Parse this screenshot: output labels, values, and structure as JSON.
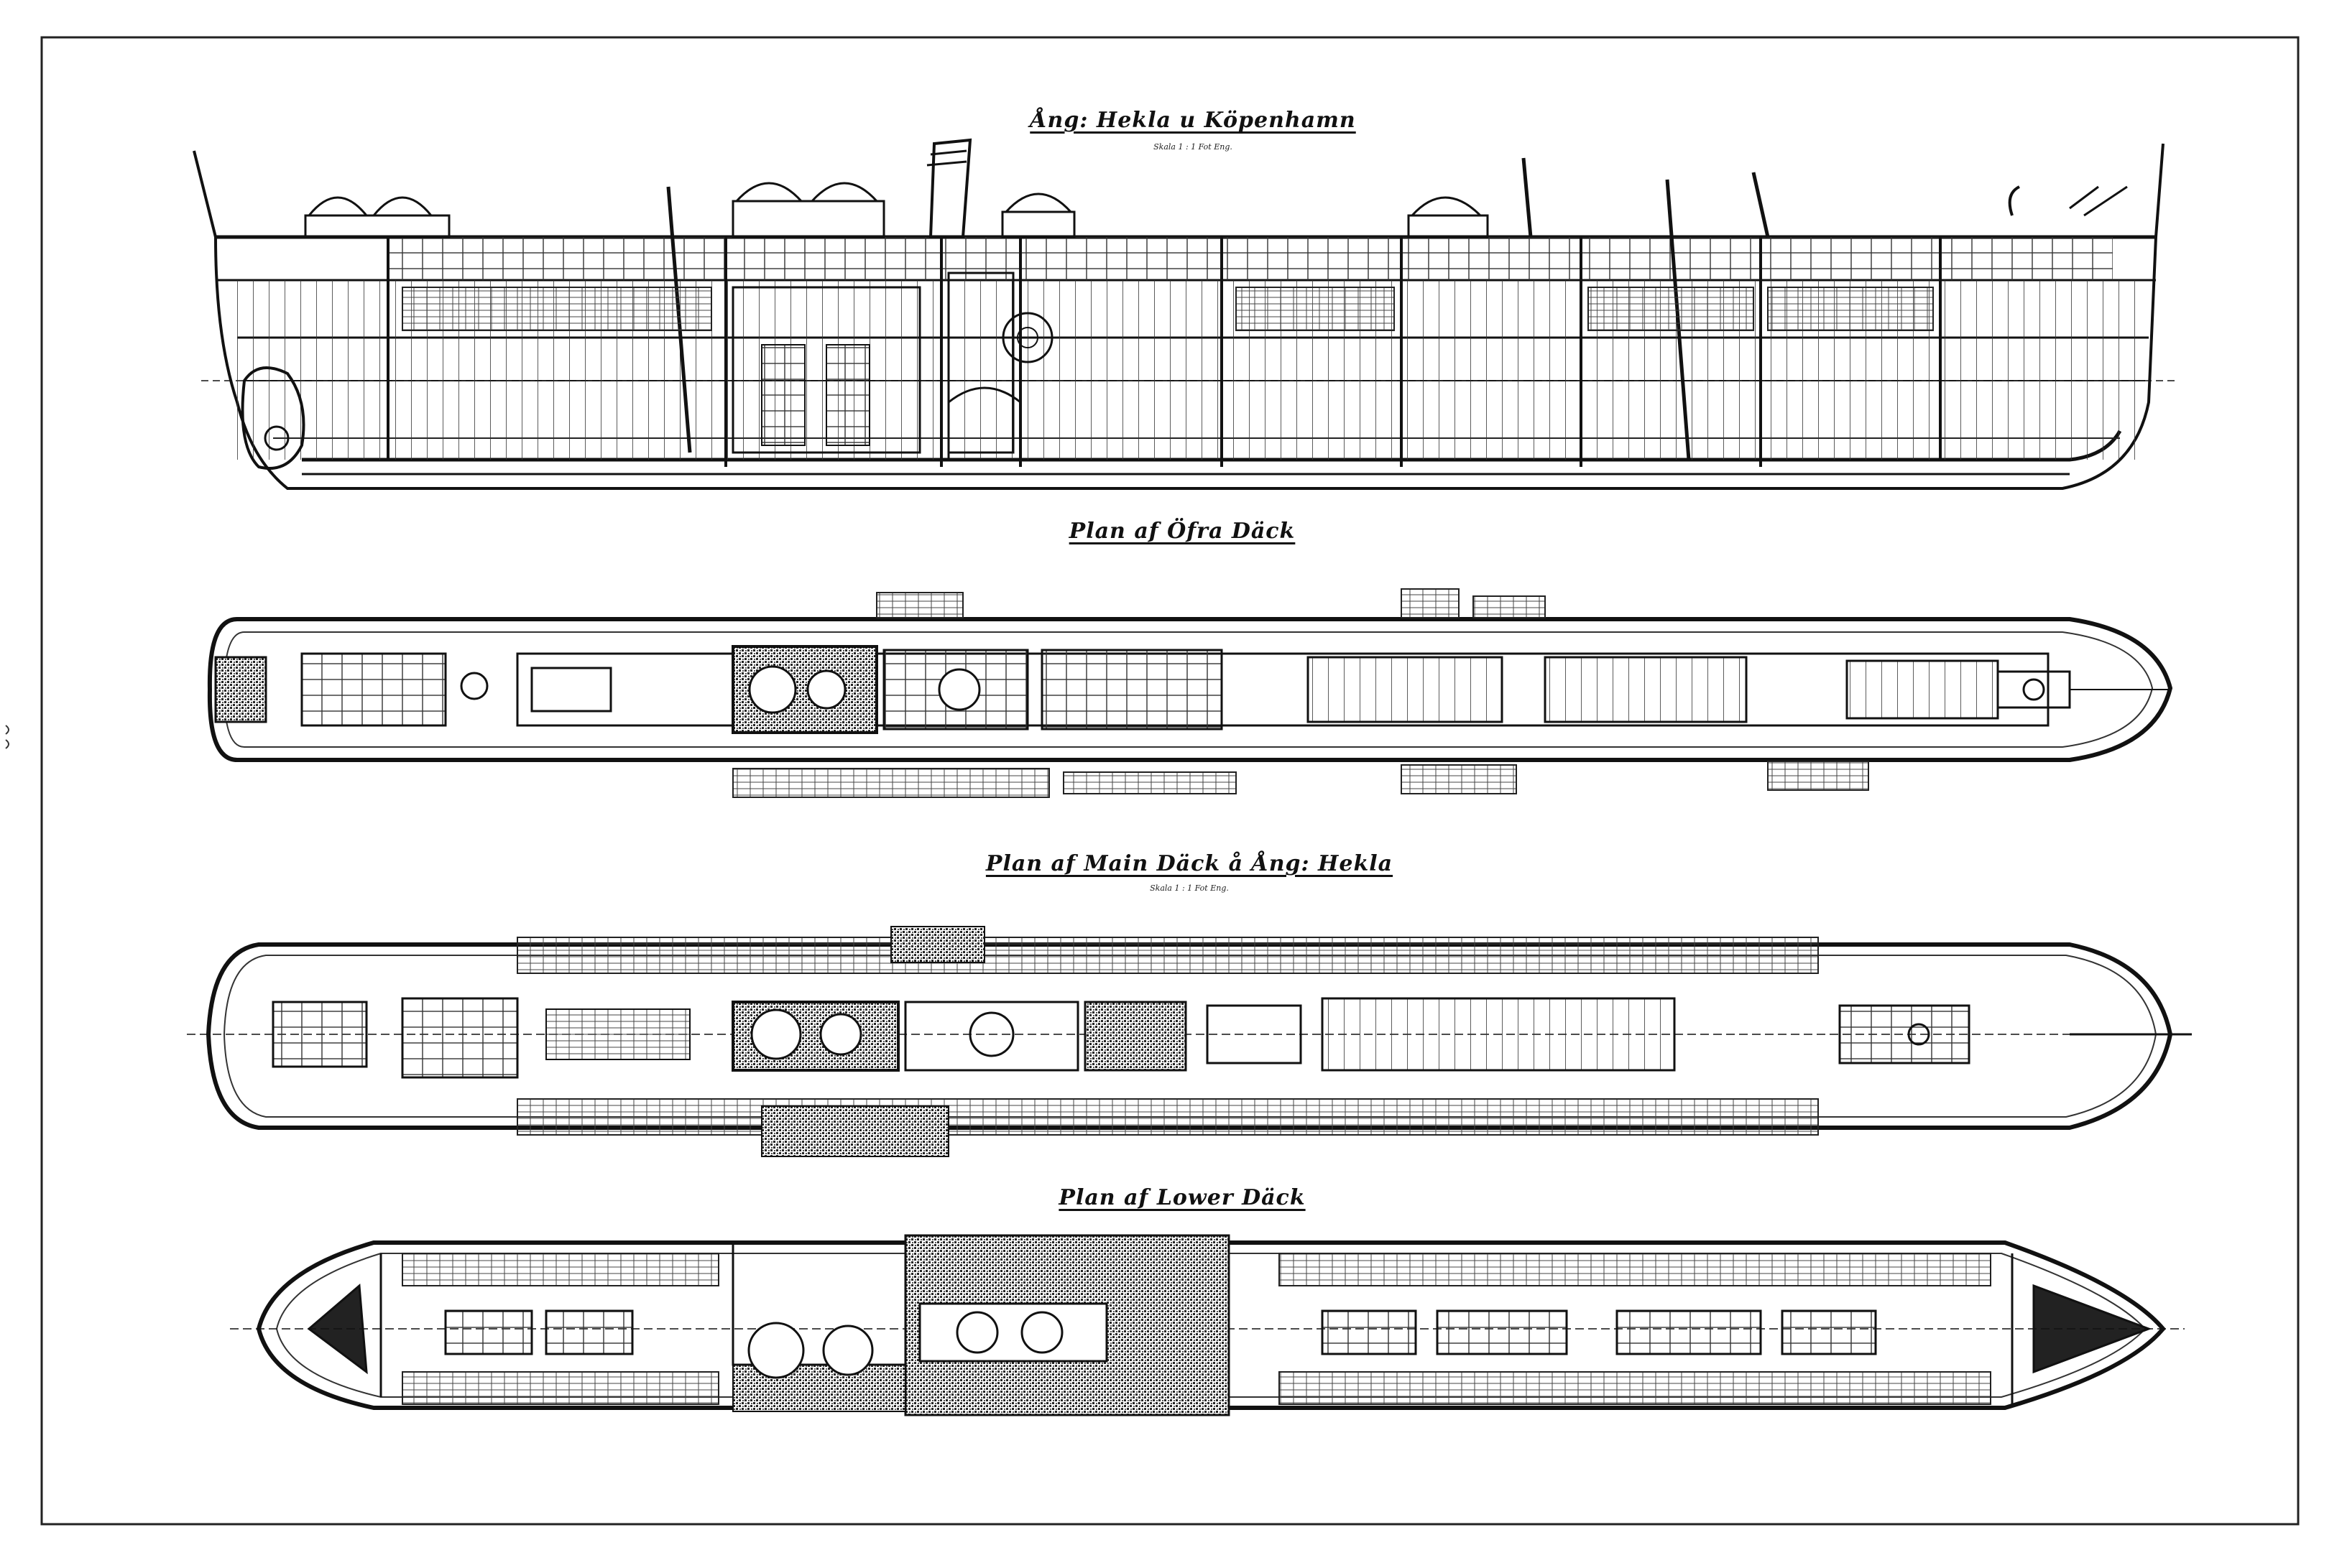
{
  "sheet": {
    "titles": {
      "profile": "Ång: Hekla u Köpenhamn",
      "upper_deck": "Plan af Öfra Däck",
      "main_deck": "Plan af Main Däck å Ång: Hekla",
      "lower_deck": "Plan af Lower Däck"
    },
    "subtitles": {
      "profile": "Skala 1 : 1 Fot Eng.",
      "main_deck": "Skala 1 : 1 Fot Eng."
    }
  },
  "colors": {
    "ink": "#111111",
    "paper": "#ffffff",
    "stipple": "#333333"
  }
}
